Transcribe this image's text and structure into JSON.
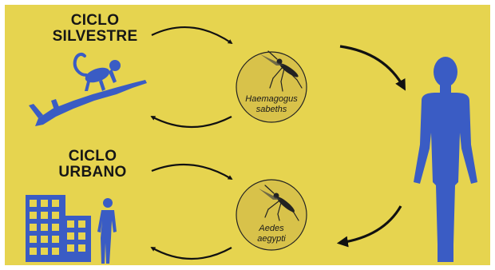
{
  "sylvatic_cycle": {
    "title_line1": "CICLO",
    "title_line2": "SILVESTRE",
    "vector_genus": "Haemagogus",
    "vector_species": "sabeths"
  },
  "urban_cycle": {
    "title_line1": "CICLO",
    "title_line2": "URBANO",
    "vector_genus": "Aedes",
    "vector_species": "aegypti"
  },
  "colors": {
    "background": "#e6d44f",
    "blue": "#3a5cc4",
    "circle_fill": "#d8c24a",
    "arrow": "#111111"
  },
  "icons": [
    "monkey-on-branch-icon",
    "mosquito-icon",
    "human-silhouette-icon",
    "buildings-icon"
  ]
}
